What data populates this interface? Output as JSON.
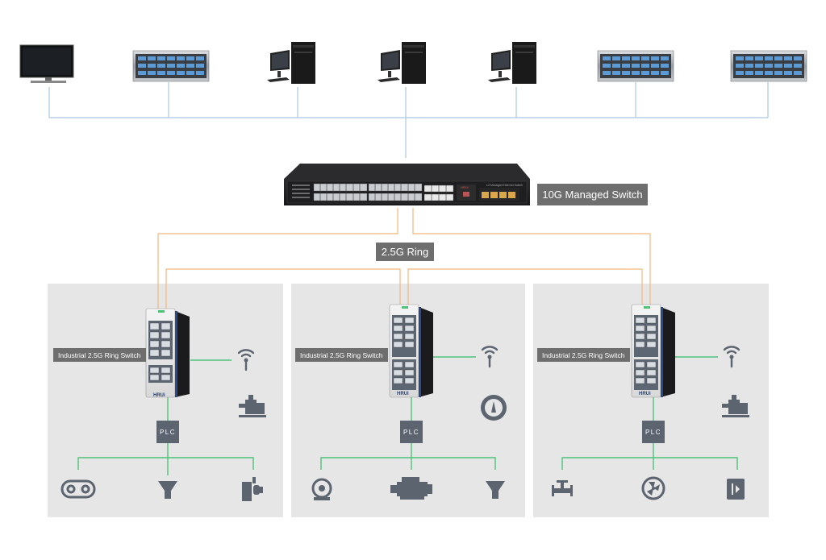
{
  "core_switch": {
    "label": "10G Managed Switch",
    "panel_text": "L2 Managed Ethernet Switch",
    "brand": "HRUi"
  },
  "ring": {
    "label": "2.5G Ring"
  },
  "zones": [
    {
      "switch_label": "Industrial 2.5G Ring Switch",
      "plc_label": "PLC",
      "brand": "HRUi",
      "top_icons": [
        "wireless-antenna-icon",
        "pump-icon"
      ],
      "bottom_icons": [
        "conveyor-belt-icon",
        "filter-funnel-icon",
        "motor-control-icon"
      ]
    },
    {
      "switch_label": "Industrial 2.5G Ring Switch",
      "plc_label": "PLC",
      "brand": "HRUi",
      "top_icons": [
        "wireless-antenna-icon",
        "pressure-gauge-icon"
      ],
      "bottom_icons": [
        "fan-meter-icon",
        "engine-icon",
        "filter-funnel-icon"
      ]
    },
    {
      "switch_label": "Industrial 2.5G Ring Switch",
      "plc_label": "PLC",
      "brand": "HRUi",
      "top_icons": [
        "wireless-antenna-icon",
        "pump-icon"
      ],
      "bottom_icons": [
        "valve-icon",
        "fan-icon",
        "damper-icon"
      ]
    }
  ],
  "devices": [
    "monitor-icon",
    "server-icon",
    "workstation-icon",
    "workstation-icon",
    "workstation-icon",
    "server-icon",
    "server-icon"
  ],
  "colors": {
    "blue_line": "#a9c8e3",
    "orange_line": "#f1b77c",
    "green_line": "#4fc27a",
    "icon": "#5c6470",
    "zone_bg": "#e6e6e6",
    "label_bg": "#6e6e6e"
  }
}
